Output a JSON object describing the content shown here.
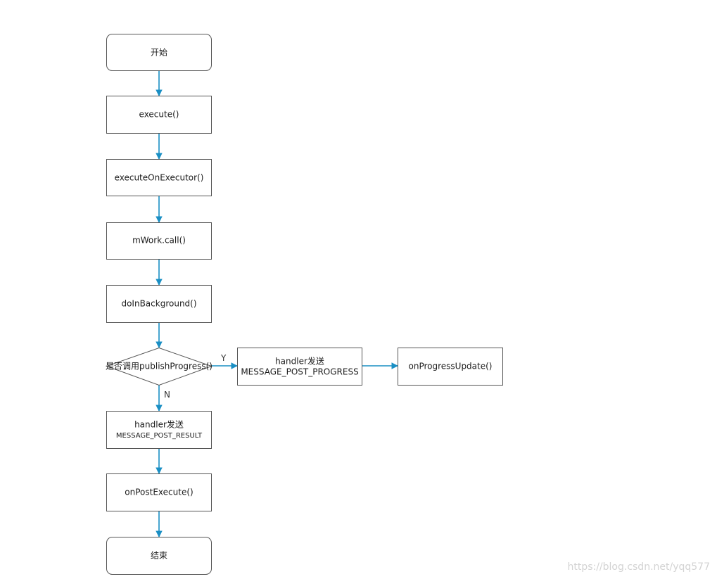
{
  "diagram": {
    "line_color": "#1a8fc4",
    "nodes": {
      "start": {
        "label": "开始"
      },
      "execute": {
        "label": "execute()"
      },
      "execute_on_executor": {
        "label": "executeOnExecutor()"
      },
      "mwork_call": {
        "label": "mWork.call()"
      },
      "do_in_background": {
        "label": "doInBackground()"
      },
      "decision": {
        "label": "是否调用publishProgress()"
      },
      "handler_progress": {
        "line1": "handler发送",
        "line2": "MESSAGE_POST_PROGRESS"
      },
      "on_progress_update": {
        "label": "onProgressUpdate()"
      },
      "handler_result": {
        "line1": "handler发送",
        "line2": "MESSAGE_POST_RESULT"
      },
      "on_post_execute": {
        "label": "onPostExecute()"
      },
      "end": {
        "label": "结束"
      }
    },
    "edges": {
      "yes_label": "Y",
      "no_label": "N"
    }
  },
  "watermark": "https://blog.csdn.net/yqq577"
}
